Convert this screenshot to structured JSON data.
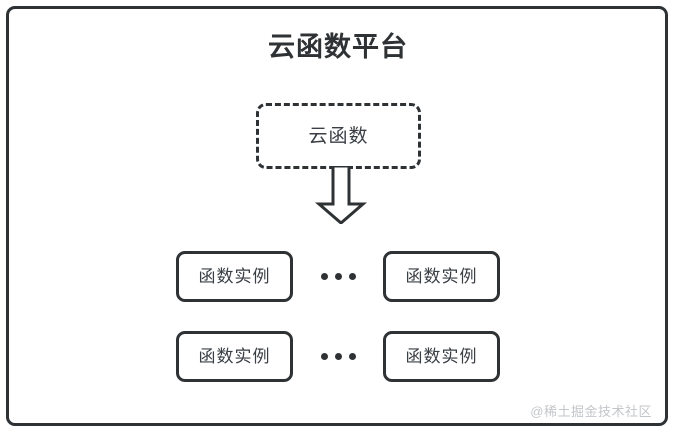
{
  "diagram": {
    "title": "云函数平台",
    "platform": {
      "name": "platform-container"
    },
    "cloud_function": {
      "label": "云函数",
      "border_style": "dashed"
    },
    "arrow": {
      "direction": "down",
      "name": "block-arrow-down"
    },
    "instance_rows": [
      {
        "left_instance": "函数实例",
        "ellipsis": "•••",
        "right_instance": "函数实例"
      },
      {
        "left_instance": "函数实例",
        "ellipsis": "•••",
        "right_instance": "函数实例"
      }
    ],
    "watermark": "@稀土掘金技术社区",
    "colors": {
      "stroke": "#2f3234",
      "text": "#3a3f45",
      "background": "#ffffff",
      "watermark": "#c3c6c9"
    }
  }
}
